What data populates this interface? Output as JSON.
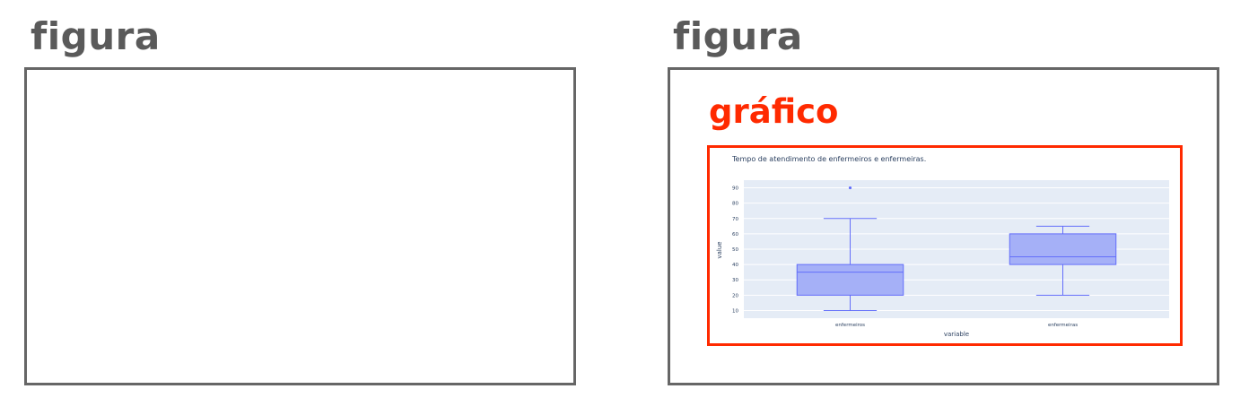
{
  "figures": [
    {
      "title": "figura"
    },
    {
      "title": "figura",
      "highlight_label": "gráfico"
    }
  ],
  "colors": {
    "title_text": "#5a5a5a",
    "frame_border": "#666666",
    "highlight": "#ff2a00",
    "plot_bg": "#e5ecf6",
    "box_fill": "#a5b0f7",
    "box_line": "#636efa"
  },
  "chart_data": {
    "type": "box",
    "title": "Tempo de atendimento de enfermeiros e enfermeiras.",
    "xlabel": "variable",
    "ylabel": "value",
    "categories": [
      "enfermeiros",
      "enfermeiras"
    ],
    "boxes": [
      {
        "name": "enfermeiros",
        "whisker_low": 10,
        "q1": 20,
        "median": 35,
        "q3": 40,
        "whisker_high": 70,
        "outliers": [
          90
        ]
      },
      {
        "name": "enfermeiras",
        "whisker_low": 20,
        "q1": 40,
        "median": 45,
        "q3": 60,
        "whisker_high": 65,
        "outliers": []
      }
    ],
    "yticks": [
      10,
      20,
      30,
      40,
      50,
      60,
      70,
      80,
      90
    ],
    "ylim": [
      5,
      95
    ],
    "grid": true,
    "legend": "none"
  }
}
